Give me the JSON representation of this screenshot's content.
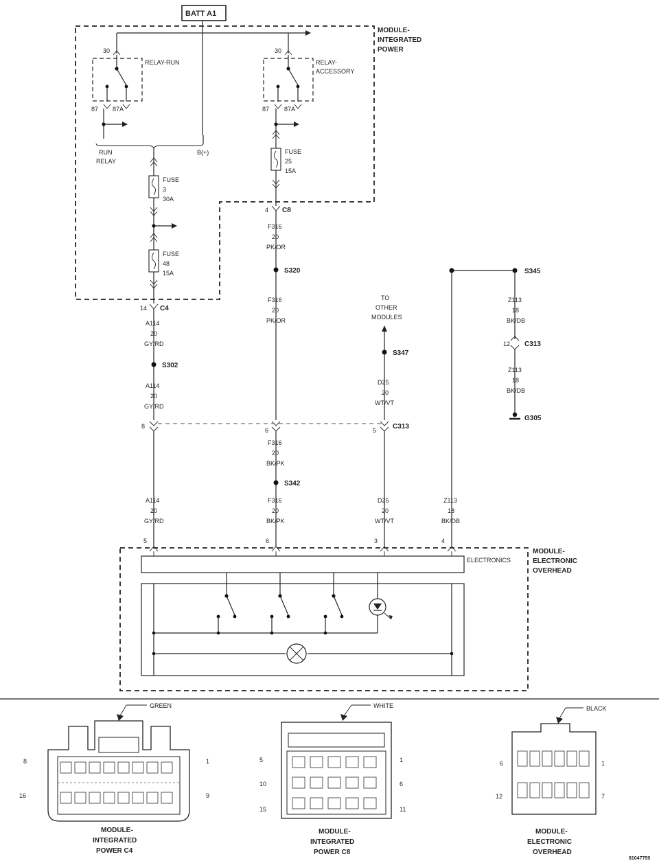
{
  "battery": {
    "label": "BATT A1"
  },
  "module_integrated_power": {
    "label_lines": [
      "MODULE-",
      "INTEGRATED",
      "POWER"
    ]
  },
  "relay_run": {
    "label": "RELAY-RUN",
    "pin_30": "30",
    "pin_87": "87",
    "pin_87a": "87A"
  },
  "relay_accessory": {
    "label_lines": [
      "RELAY-",
      "ACCESSORY"
    ],
    "pin_30": "30",
    "pin_87": "87",
    "pin_87a": "87A"
  },
  "run_relay_label": [
    "RUN",
    "RELAY"
  ],
  "b_plus_label": "B(+)",
  "fuse_3": [
    "FUSE",
    "3",
    "30A"
  ],
  "fuse_48": [
    "FUSE",
    "48",
    "15A"
  ],
  "fuse_25": [
    "FUSE",
    "25",
    "15A"
  ],
  "connector_c8": {
    "pin": "4",
    "name": "C8"
  },
  "connector_c4": {
    "pin": "14",
    "name": "C4"
  },
  "wire_f316_upper": [
    "F316",
    "20",
    "PK/OR"
  ],
  "splice_s320": "S320",
  "wire_f316_mid": [
    "F316",
    "20",
    "PK/OR"
  ],
  "wire_a114_upper": [
    "A114",
    "20",
    "GY/RD"
  ],
  "splice_s302": "S302",
  "wire_a114_mid": [
    "A114",
    "20",
    "GY/RD"
  ],
  "to_other_modules": [
    "TO",
    "OTHER",
    "MODULES"
  ],
  "splice_s347": "S347",
  "wire_d25_mid": [
    "D25",
    "20",
    "WT/VT"
  ],
  "splice_s345": "S345",
  "wire_z113_upper": [
    "Z113",
    "18",
    "BK/DB"
  ],
  "connector_c313_right": {
    "pin": "12",
    "name": "C313"
  },
  "wire_z113_mid": [
    "Z113",
    "18",
    "BK/DB"
  ],
  "ground_g305": "G305",
  "connector_c313": {
    "pin_a114": "8",
    "pin_f316": "6",
    "pin_d25": "5",
    "name": "C313"
  },
  "wire_f316_lower": [
    "F316",
    "20",
    "BK/PK"
  ],
  "splice_s342": "S342",
  "bottom_wires": [
    {
      "lines": [
        "A114",
        "20",
        "GY/RD"
      ],
      "pin": "5"
    },
    {
      "lines": [
        "F316",
        "20",
        "BK/PK"
      ],
      "pin": "6"
    },
    {
      "lines": [
        "D25",
        "20",
        "WT/VT"
      ],
      "pin": "3"
    },
    {
      "lines": [
        "Z113",
        "18",
        "BK/DB"
      ],
      "pin": "4"
    }
  ],
  "module_overhead": {
    "label_lines": [
      "MODULE-",
      "ELECTRONIC",
      "OVERHEAD"
    ],
    "electronics_label": "ELECTRONICS"
  },
  "connectors": [
    {
      "color_label": "GREEN",
      "pins_left": [
        "8",
        "16"
      ],
      "pins_right": [
        "1",
        "9"
      ],
      "caption": [
        "MODULE-",
        "INTEGRATED",
        "POWER C4"
      ]
    },
    {
      "color_label": "WHITE",
      "pins_left": [
        "5",
        "10",
        "15"
      ],
      "pins_right": [
        "1",
        "6",
        "11"
      ],
      "caption": [
        "MODULE-",
        "INTEGRATED",
        "POWER C8"
      ]
    },
    {
      "color_label": "BLACK",
      "pins_left": [
        "6",
        "12"
      ],
      "pins_right": [
        "1",
        "7"
      ],
      "caption": [
        "MODULE-",
        "ELECTRONIC",
        "OVERHEAD"
      ]
    }
  ],
  "figure_id": "81047759"
}
